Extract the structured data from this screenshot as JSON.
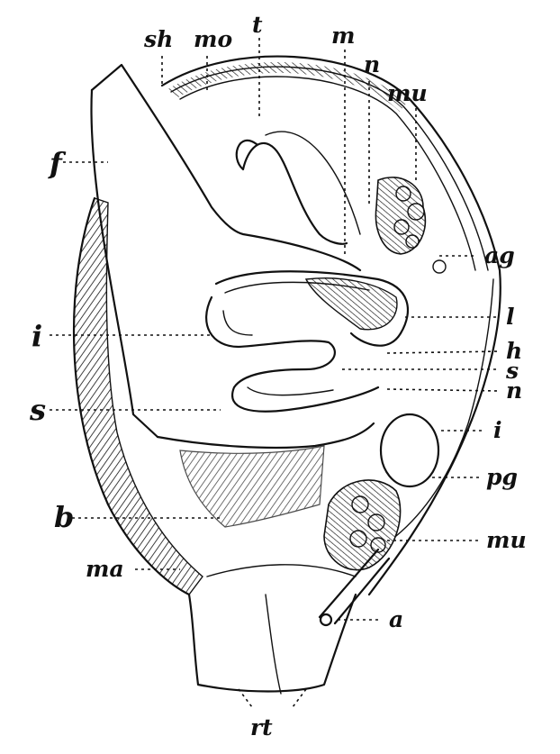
{
  "labels": {
    "sh": "sh",
    "mo": "mo",
    "t": "t",
    "m": "m",
    "n_top": "n",
    "mu_top": "mu",
    "f": "f",
    "ag": "ag",
    "i_left": "i",
    "l": "l",
    "h": "h",
    "s_right": "s",
    "n_right": "n",
    "s_left": "s",
    "i_right": "i",
    "pg": "pg",
    "b": "b",
    "mu_bottom": "mu",
    "ma": "ma",
    "a": "a",
    "rt": "rt"
  },
  "colors": {
    "ink": "#111111",
    "paper": "#ffffff"
  }
}
